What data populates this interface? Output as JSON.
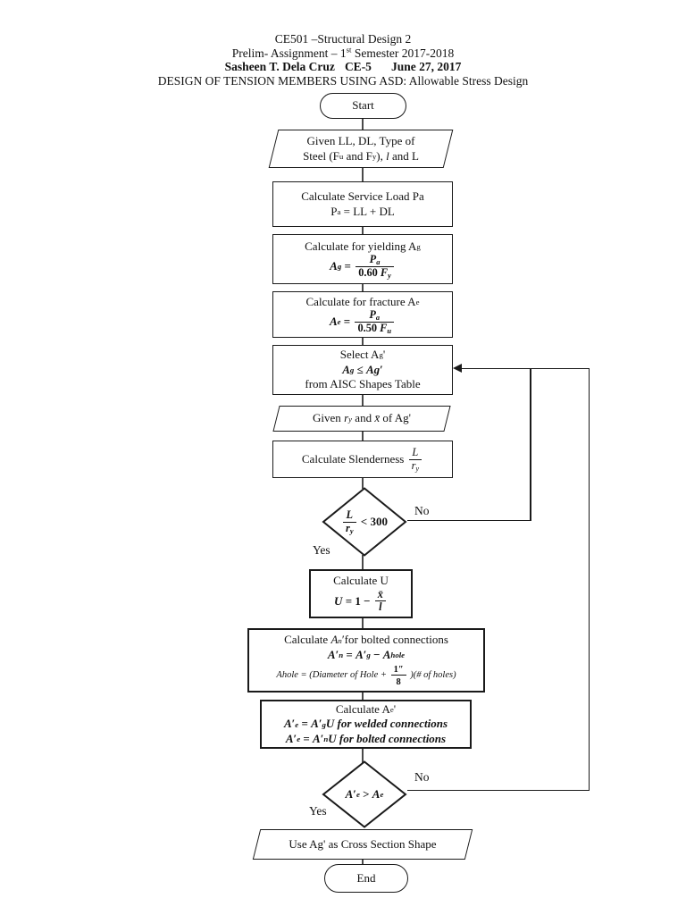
{
  "header": {
    "line1": "CE501 –Structural Design 2",
    "line2": {
      "pre": "Prelim- Assignment – 1",
      "sup": "st",
      "post": " Semester 2017-2018"
    },
    "line3": {
      "name": "Sasheen T. Dela Cruz",
      "section": "CE-5",
      "date": "June 27, 2017"
    },
    "line4": "DESIGN OF TENSION MEMBERS USING ASD: Allowable Stress Design"
  },
  "flow": {
    "start_label": "Start",
    "end_label": "End",
    "branch_labels": {
      "no1": "No",
      "yes1": "Yes",
      "no2": "No",
      "yes2": "Yes"
    },
    "nodes": {
      "given_input": [
        [
          {
            "t": "Given LL, DL, Type of"
          }
        ],
        [
          {
            "t": "Steel (F"
          },
          {
            "t": "u",
            "v": "sub"
          },
          {
            "t": " and F"
          },
          {
            "t": "y",
            "v": "sub"
          },
          {
            "t": "), "
          },
          {
            "t": "l",
            "f": "i"
          },
          {
            "t": " and L"
          }
        ]
      ],
      "service_load": [
        [
          {
            "t": "Calculate Service Load Pa"
          }
        ],
        [
          {
            "t": "P"
          },
          {
            "t": "a",
            "v": "sub"
          },
          {
            "t": " = LL + DL"
          }
        ]
      ],
      "yielding": [
        [
          {
            "t": "Calculate for yielding A"
          },
          {
            "t": "g",
            "v": "sub"
          }
        ],
        [
          {
            "t": "A",
            "f": "bi"
          },
          {
            "t": "g",
            "v": "sub",
            "f": "bi"
          },
          {
            "t": " = ",
            "f": "b"
          },
          {
            "frac": {
              "num": [
                {
                  "t": "P",
                  "f": "bi"
                },
                {
                  "t": "a",
                  "v": "sub",
                  "f": "bi"
                }
              ],
              "den": [
                {
                  "t": "0.60 ",
                  "f": "b"
                },
                {
                  "t": "F",
                  "f": "bi"
                },
                {
                  "t": "y",
                  "v": "sub",
                  "f": "bi"
                }
              ]
            }
          }
        ]
      ],
      "fracture": [
        [
          {
            "t": "Calculate for fracture A"
          },
          {
            "t": "e",
            "v": "sub"
          }
        ],
        [
          {
            "t": "A",
            "f": "bi"
          },
          {
            "t": "e",
            "v": "sub",
            "f": "bi"
          },
          {
            "t": " = ",
            "f": "b"
          },
          {
            "frac": {
              "num": [
                {
                  "t": "P",
                  "f": "bi"
                },
                {
                  "t": "a",
                  "v": "sub",
                  "f": "bi"
                }
              ],
              "den": [
                {
                  "t": "0.50 ",
                  "f": "b"
                },
                {
                  "t": "F",
                  "f": "bi"
                },
                {
                  "t": "u",
                  "v": "sub",
                  "f": "bi"
                }
              ]
            }
          }
        ]
      ],
      "select_ag": [
        [
          {
            "t": "Select A"
          },
          {
            "t": "g",
            "v": "sub"
          },
          {
            "t": "'"
          }
        ],
        [
          {
            "t": "A",
            "f": "bi"
          },
          {
            "t": "g",
            "v": "sub",
            "f": "bi"
          },
          {
            "t": " ≤ ",
            "f": "b"
          },
          {
            "t": "Ag",
            "f": "bi"
          },
          {
            "t": "′",
            "f": "b"
          }
        ],
        [
          {
            "t": "from AISC Shapes Table"
          }
        ]
      ],
      "given_r": [
        [
          {
            "t": "Given "
          },
          {
            "t": "r",
            "f": "i"
          },
          {
            "t": "y",
            "v": "sub",
            "f": "i"
          },
          {
            "t": " and "
          },
          {
            "t": "x̄",
            "f": "i"
          },
          {
            "t": " of Ag'"
          }
        ]
      ],
      "slenderness": [
        [
          {
            "t": "Calculate Slenderness "
          },
          {
            "frac": {
              "num": [
                {
                  "t": "L",
                  "f": "i"
                }
              ],
              "den": [
                {
                  "t": "r",
                  "f": "i"
                },
                {
                  "t": "y",
                  "v": "sub",
                  "f": "i"
                }
              ]
            }
          }
        ]
      ],
      "decision1": [
        [
          {
            "frac": {
              "num": [
                {
                  "t": "L",
                  "f": "bi"
                }
              ],
              "den": [
                {
                  "t": "r",
                  "f": "bi"
                },
                {
                  "t": "y",
                  "v": "sub",
                  "f": "bi"
                }
              ]
            }
          },
          {
            "t": " < 300",
            "f": "b"
          }
        ]
      ],
      "calc_u": [
        [
          {
            "t": "Calculate U"
          }
        ],
        [
          {
            "t": "U",
            "f": "bi"
          },
          {
            "t": " = 1 − ",
            "f": "b"
          },
          {
            "frac": {
              "num": [
                {
                  "t": "x̄",
                  "f": "bi"
                }
              ],
              "den": [
                {
                  "t": "l",
                  "f": "bi"
                }
              ]
            }
          }
        ]
      ],
      "calc_an": [
        [
          {
            "t": "Calculate "
          },
          {
            "t": "A",
            "f": "i"
          },
          {
            "t": "n",
            "v": "sub",
            "f": "i"
          },
          {
            "t": "′for bolted connections"
          }
        ],
        [
          {
            "t": "A",
            "f": "bi"
          },
          {
            "t": "′",
            "f": "b"
          },
          {
            "t": "n",
            "v": "sub",
            "f": "bi"
          },
          {
            "t": " = ",
            "f": "b"
          },
          {
            "t": "A",
            "f": "bi"
          },
          {
            "t": "′",
            "f": "b"
          },
          {
            "t": "g",
            "v": "sub",
            "f": "bi"
          },
          {
            "t": " − ",
            "f": "b"
          },
          {
            "t": "A",
            "f": "bi"
          },
          {
            "t": "hole",
            "v": "sub",
            "f": "bi"
          }
        ],
        [
          {
            "t": "A",
            "f": "i",
            "sm": 1
          },
          {
            "t": "hole",
            "v": "sub",
            "f": "i",
            "sm": 1
          },
          {
            "t": " = (Diameter of Hole + ",
            "f": "i",
            "sm": 1
          },
          {
            "frac": {
              "num": [
                {
                  "t": "1″",
                  "f": "b",
                  "sm": 1
                }
              ],
              "den": [
                {
                  "t": "8",
                  "f": "b",
                  "sm": 1
                }
              ]
            },
            "sm": 1
          },
          {
            "t": " )(# of holes)",
            "f": "i",
            "sm": 1
          }
        ]
      ],
      "calc_ae": [
        [
          {
            "t": "Calculate A"
          },
          {
            "t": "e",
            "v": "sub"
          },
          {
            "t": "'"
          }
        ],
        [
          {
            "t": "A",
            "f": "bi"
          },
          {
            "t": "′",
            "f": "b"
          },
          {
            "t": "e",
            "v": "sub",
            "f": "bi"
          },
          {
            "t": " = ",
            "f": "b"
          },
          {
            "t": "A",
            "f": "bi"
          },
          {
            "t": "′",
            "f": "b"
          },
          {
            "t": "g",
            "v": "sub",
            "f": "bi"
          },
          {
            "t": "U for welded connections",
            "f": "bi"
          }
        ],
        [
          {
            "t": "A",
            "f": "bi"
          },
          {
            "t": "′",
            "f": "b"
          },
          {
            "t": "e",
            "v": "sub",
            "f": "bi"
          },
          {
            "t": " = ",
            "f": "b"
          },
          {
            "t": "A",
            "f": "bi"
          },
          {
            "t": "′",
            "f": "b"
          },
          {
            "t": "n",
            "v": "sub",
            "f": "bi"
          },
          {
            "t": "U for bolted connections",
            "f": "bi"
          }
        ]
      ],
      "decision2": [
        [
          {
            "t": "A",
            "f": "bi"
          },
          {
            "t": "′",
            "f": "b"
          },
          {
            "t": "e",
            "v": "sub",
            "f": "bi"
          },
          {
            "t": " > ",
            "f": "b"
          },
          {
            "t": "A",
            "f": "bi"
          },
          {
            "t": "e",
            "v": "sub",
            "f": "bi"
          }
        ]
      ],
      "use_ag": [
        [
          {
            "t": "Use Ag' as Cross Section Shape"
          }
        ]
      ]
    }
  },
  "colors": {
    "line": "#1a1a1a",
    "connector": "#4a4a4a",
    "background": "#ffffff",
    "text": "#111111"
  }
}
